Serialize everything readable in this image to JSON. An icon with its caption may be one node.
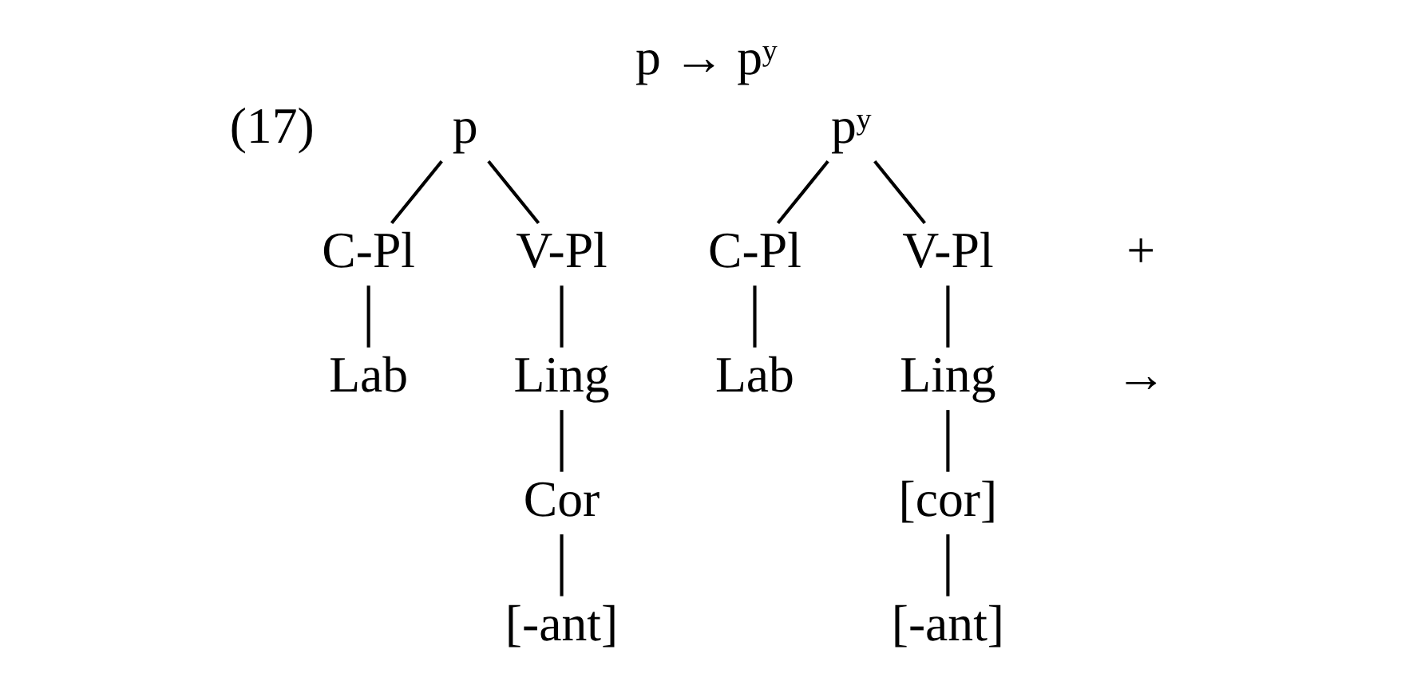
{
  "diagram": {
    "title": "p → pʸ",
    "nodes": [
      {
        "text": [
          "p"
        ]
      },
      {
        "text": [
          "C-Pl"
        ]
      },
      {
        "text": [
          "V-Pl"
        ]
      },
      {
        "text": [
          "Lab"
        ]
      },
      {
        "text": [
          "Ling"
        ]
      },
      {
        "text": [
          "Cor"
        ]
      },
      {
        "text": [
          "[-ant]"
        ]
      },
      {
        "text": [
          "pʸ"
        ]
      },
      {
        "text": [
          "C-Pl"
        ]
      },
      {
        "text": [
          "V-Pl"
        ]
      },
      {
        "text": [
          "Lab"
        ]
      },
      {
        "text": [
          "Ling"
        ]
      },
      {
        "text": [
          "[cor]"
        ]
      },
      {
        "text": [
          "[-ant]"
        ]
      }
    ],
    "edges": [
      {
        "from": 0,
        "to": 1,
        "arrow": "none"
      },
      {
        "from": 0,
        "to": 2,
        "arrow": "none"
      },
      {
        "from": 1,
        "to": 3,
        "arrow": "none"
      },
      {
        "from": 2,
        "to": 4,
        "arrow": "none"
      },
      {
        "from": 4,
        "to": 5,
        "arrow": "none"
      },
      {
        "from": 5,
        "to": 6,
        "arrow": "none"
      },
      {
        "from": 7,
        "to": 8,
        "arrow": "none"
      },
      {
        "from": 7,
        "to": 9,
        "arrow": "none"
      },
      {
        "from": 8,
        "to": 10,
        "arrow": "none"
      },
      {
        "from": 9,
        "to": 11,
        "arrow": "none"
      },
      {
        "from": 11,
        "to": 12,
        "arrow": "none"
      },
      {
        "from": 12,
        "to": 13,
        "arrow": "none"
      }
    ],
    "labels": [
      "(17)",
      "+",
      "→"
    ]
  }
}
